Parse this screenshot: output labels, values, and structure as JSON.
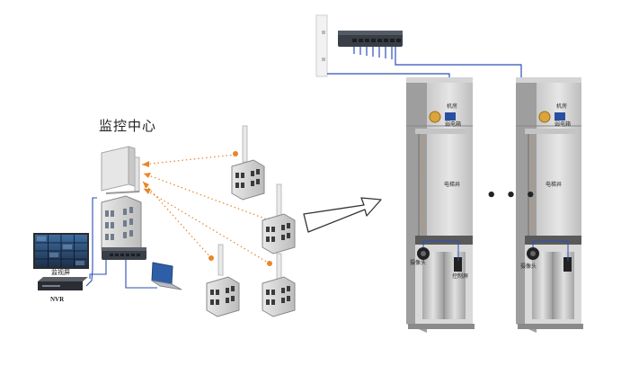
{
  "title": "监控中心",
  "labels": {
    "monitor": "监视屏",
    "nvr": "NVR",
    "ellipsis": "• • •"
  },
  "elevators": [
    {
      "machine_room": "机房",
      "rack": "弱电箱",
      "shaft": "电梯井",
      "camera": "摄像头",
      "panel": "控制屏"
    },
    {
      "machine_room": "机房",
      "rack": "弱电箱",
      "shaft": "电梯井",
      "camera": "摄像头"
    }
  ],
  "colors": {
    "wire": "#2c4fb8",
    "wireless": "#e8862a",
    "cabinet": "#d6d6d6"
  }
}
